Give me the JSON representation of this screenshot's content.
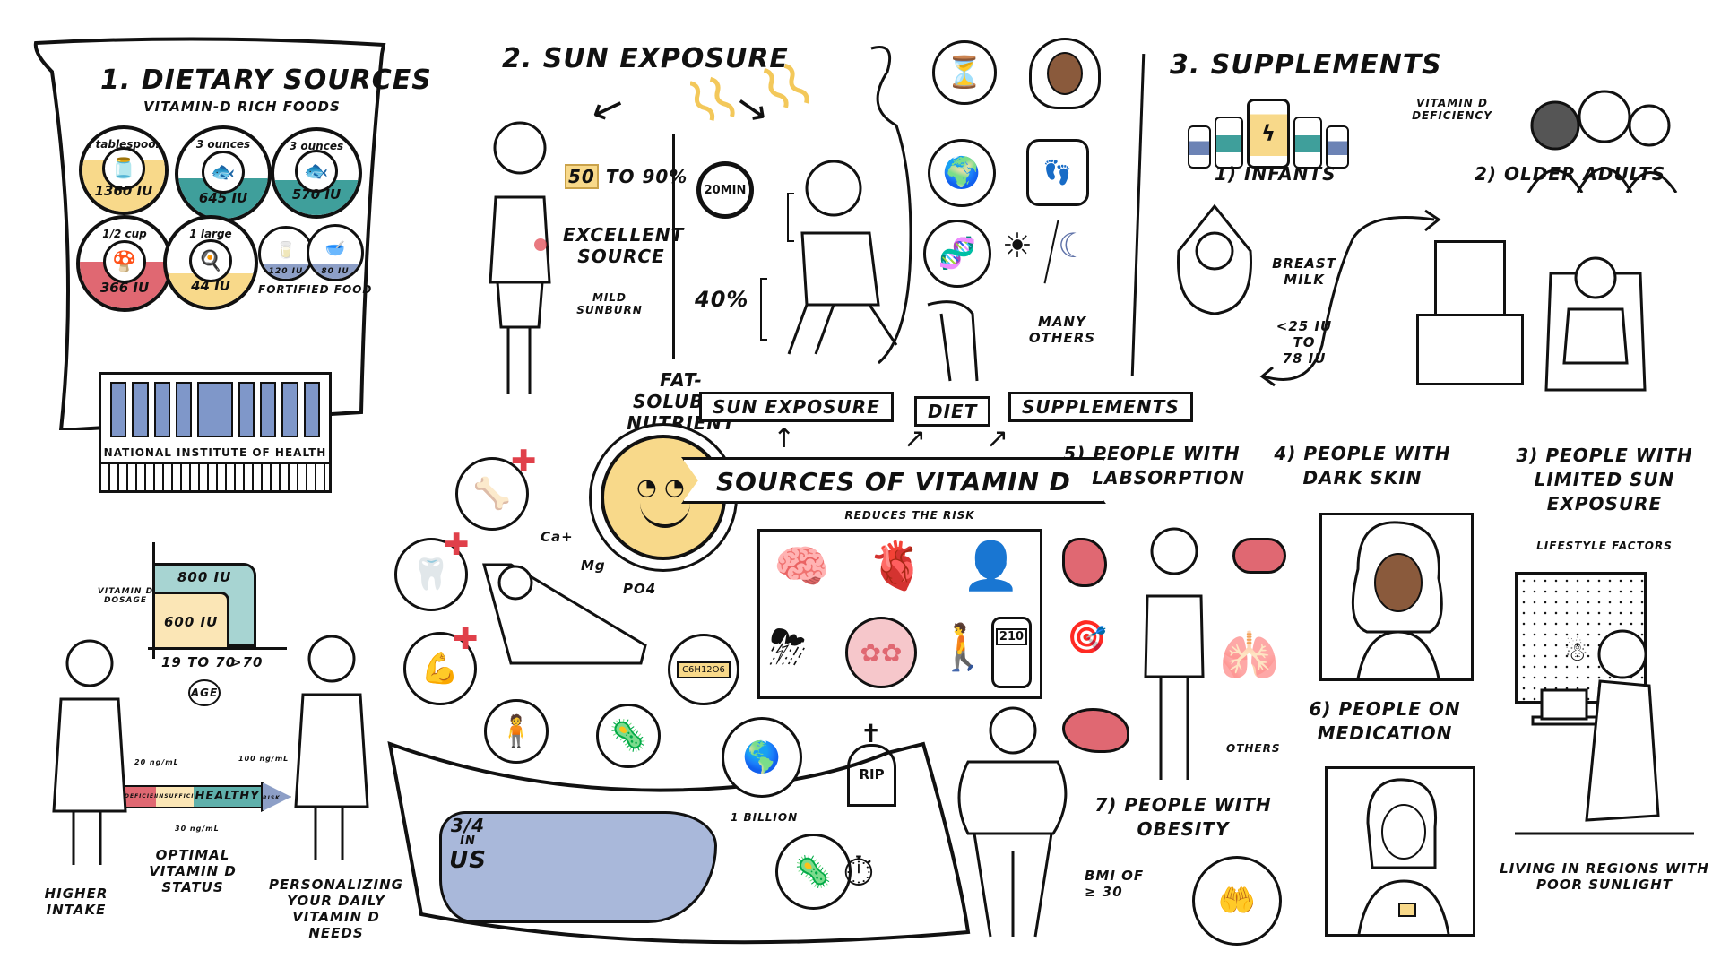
{
  "colors": {
    "ink": "#111111",
    "yellow": "#f8d98a",
    "teal": "#3f9f9b",
    "pink": "#e06872",
    "blue": "#8d9fc7",
    "red_accent": "#e0404a",
    "light_teal": "#a7d4d2",
    "light_yellow": "#fbe6b6"
  },
  "center": {
    "title": "SOURCES OF VITAMIN D",
    "branches": [
      "SUN EXPOSURE",
      "DIET",
      "SUPPLEMENTS"
    ],
    "fat_soluble": "FAT-SOLUBLE NUTRIENT",
    "minerals": [
      "Ca+",
      "Mg",
      "PO4"
    ],
    "reduces_risk_label": "REDUCES THE RISK",
    "risk_icons": [
      "brain-target",
      "heart",
      "head-tangle",
      "head-storm",
      "cancer-cells",
      "joint-pain-figure",
      "glucose-meter"
    ],
    "glucose_reading": "210",
    "benefit_icons": [
      "knee-joint",
      "tooth",
      "muscle",
      "immune-person",
      "cells",
      "glucose-molecule"
    ],
    "molecule_label": "C6H12O6"
  },
  "dietary": {
    "title": "1. DIETARY SOURCES",
    "subtitle": "VITAMIN-D RICH FOODS",
    "foods": [
      {
        "portion": "1 tablespoon",
        "iu": "1360 IU",
        "icon": "cod-liver-oil-jar",
        "color": "#f8d98a"
      },
      {
        "portion": "3 ounces",
        "iu": "645 IU",
        "icon": "trout-fish",
        "color": "#3f9f9b"
      },
      {
        "portion": "3 ounces",
        "iu": "570 IU",
        "icon": "salmon-fish",
        "color": "#3f9f9b"
      },
      {
        "portion": "1/2 cup",
        "iu": "366 IU",
        "icon": "mushroom",
        "color": "#e06872"
      },
      {
        "portion": "1 large",
        "iu": "44 IU",
        "icon": "egg",
        "color": "#f8d98a"
      }
    ],
    "fortified": [
      {
        "iu": "120 IU",
        "icon": "milk-carton"
      },
      {
        "iu": "80 IU",
        "icon": "cereal-bowl"
      }
    ],
    "fortified_label": "FORTIFIED FOOD",
    "building_label": "NATIONAL INSTITUTE OF HEALTH"
  },
  "sun": {
    "title": "2. SUN EXPOSURE",
    "percent_range_highlight": "50",
    "percent_range_rest": "to 90%",
    "excellent_source": "EXCELLENT SOURCE",
    "mild_sunburn": "MILD SUNBURN",
    "timer": "20MIN",
    "body_percent": "40%"
  },
  "factors": {
    "icons": [
      "hourglass-cycle",
      "dark-skin-woman",
      "globe-location",
      "bathroom-scale",
      "dna-molecule",
      "day-night",
      "legs"
    ],
    "many_others": "MANY OTHERS"
  },
  "supplements": {
    "title": "3. SUPPLEMENTS",
    "deficiency_label": "VITAMIN D DEFICIENCY",
    "groups": [
      {
        "num": "1)",
        "label": "INFANTS"
      },
      {
        "num": "2)",
        "label": "OLDER ADULTS"
      },
      {
        "num": "3)",
        "label": "PEOPLE WITH LIMITED SUN EXPOSURE"
      },
      {
        "num": "4)",
        "label": "PEOPLE WITH DARK SKIN"
      },
      {
        "num": "5)",
        "label": "PEOPLE WITH MALABSORPTION"
      },
      {
        "num": "6)",
        "label": "PEOPLE ON MEDICATION"
      },
      {
        "num": "7)",
        "label": "PEOPLE WITH OBESITY"
      }
    ],
    "breast_milk": "BREAST MILK",
    "breast_milk_range": [
      "<25 IU",
      "to",
      "78 IU"
    ],
    "lifestyle_factors": "LIFESTYLE FACTORS",
    "living_regions": "LIVING IN REGIONS WITH POOR SUNLIGHT",
    "malabsorption_others": "OTHERS",
    "bmi_label": "BMI OF",
    "bmi_value": "≥ 30"
  },
  "dosage_chart": {
    "ylabel": "VITAMIN D DOSAGE",
    "xlabel": "AGE",
    "categories": [
      "19 to 70",
      ">70"
    ],
    "values": [
      "600 IU",
      "800 IU"
    ]
  },
  "status_scale": {
    "segments": [
      "DEFICIENCY",
      "INSUFFICIENT",
      "HEALTHY",
      "RISK"
    ],
    "markers": [
      "20 ng/mL",
      "30 ng/mL",
      "100 ng/mL"
    ],
    "caption": "OPTIMAL VITAMIN D STATUS"
  },
  "bottom": {
    "higher_intake": "HIGHER INTAKE",
    "personalizing": "PERSONALIZING YOUR DAILY VITAMIN D NEEDS",
    "us_fraction": "3/4",
    "us_in": "IN",
    "us_label": "US",
    "billion": "1 BILLION",
    "rip": "RIP"
  }
}
